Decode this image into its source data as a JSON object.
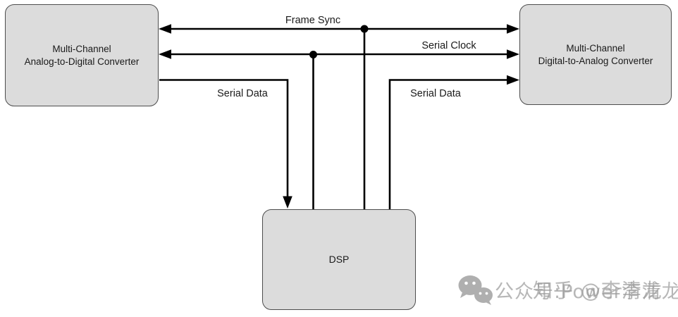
{
  "diagram": {
    "blocks": {
      "adc": {
        "line1": "Multi-Channel",
        "line2": "Analog-to-Digital Converter"
      },
      "dac": {
        "line1": "Multi-Channel",
        "line2": "Digital-to-Analog Converter"
      },
      "dsp": {
        "label": "DSP"
      }
    },
    "signals": {
      "frame_sync": "Frame Sync",
      "serial_clock": "Serial Clock",
      "serial_data_left": "Serial Data",
      "serial_data_right": "Serial Data"
    },
    "colors": {
      "block_fill": "#dcdcdc",
      "block_border": "#4d4d4d",
      "wire": "#000000",
      "label_text": "#1a1a1a",
      "watermark_gray": "#9c9c9c"
    }
  },
  "watermark": {
    "wechat_text": "公众号:Power李清龙",
    "zhihu_text": "知乎 @李清龙"
  }
}
